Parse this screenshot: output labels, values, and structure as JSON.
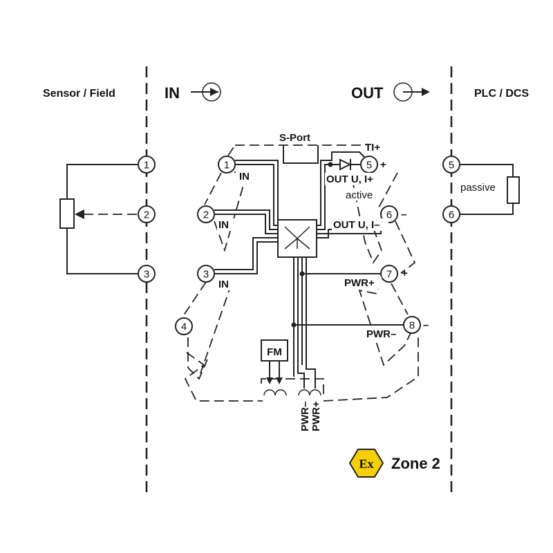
{
  "headers": {
    "sensor_field": "Sensor / Field",
    "in": "IN",
    "out": "OUT",
    "plc_dcs": "PLC / DCS"
  },
  "input_terminals": [
    "1",
    "2",
    "3"
  ],
  "module_terminals": [
    "1",
    "2",
    "3",
    "4",
    "5",
    "6",
    "7",
    "8"
  ],
  "output_terminals": [
    "5",
    "6"
  ],
  "labels": {
    "s_port": "S-Port",
    "ti_plus": "TI+",
    "in_1": "IN",
    "in_2": "IN",
    "in_3": "IN",
    "out_ui_plus": "OUT U, I+",
    "active": "active",
    "out_ui_minus": "OUT U, I–",
    "pwr_plus": "PWR+",
    "pwr_minus": "PWR–",
    "fm": "FM",
    "bus_pwr_minus": "PWR–",
    "bus_pwr_plus": "PWR+",
    "passive": "passive",
    "zone": "Zone 2",
    "ex_symbol": "Ex"
  },
  "signs": {
    "t5": "+",
    "t6": "–",
    "t7": "+",
    "t8": "–"
  },
  "colors": {
    "line": "#222222",
    "ex_badge": "#f5d000"
  },
  "icons": [
    "arrow-in-icon",
    "arrow-out-icon",
    "potentiometer-icon",
    "resistor-icon",
    "diode-icon",
    "isolation-block-icon",
    "ex-zone-icon"
  ]
}
